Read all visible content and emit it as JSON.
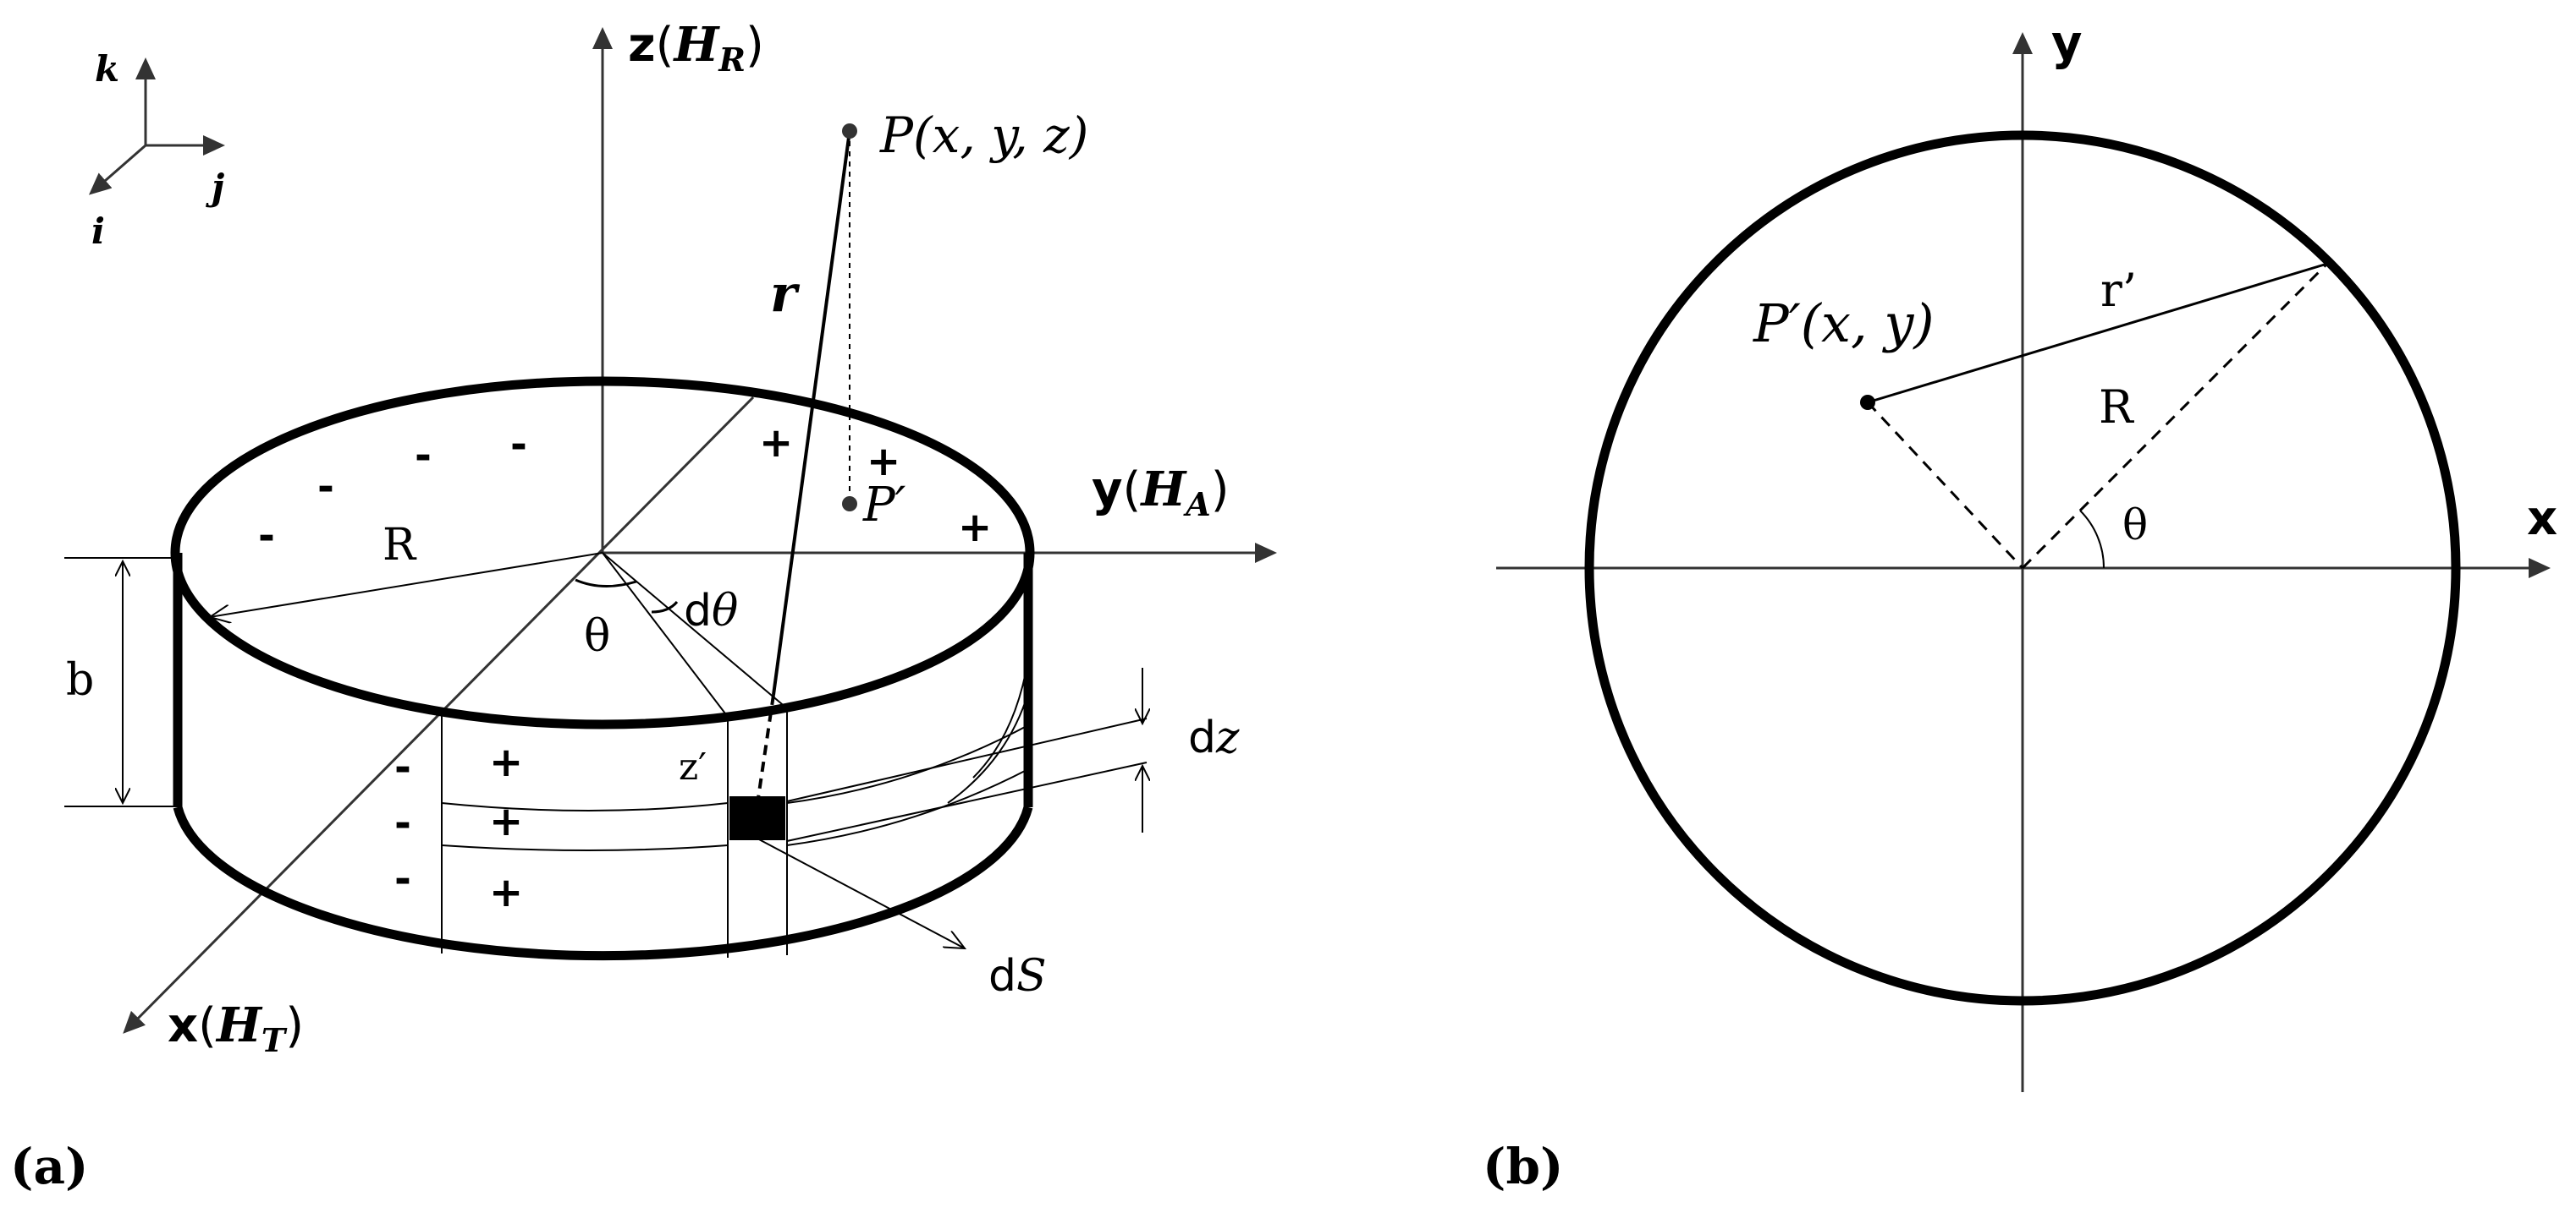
{
  "panel_a": {
    "caption": "(a)",
    "axes": {
      "z": {
        "name": "z",
        "paren_open": "(",
        "sub_main": "H",
        "sub_idx": "R",
        "paren_close": ")"
      },
      "y": {
        "name": "y",
        "paren_open": "(",
        "sub_main": "H",
        "sub_idx": "A",
        "paren_close": ")"
      },
      "x": {
        "name": "x",
        "paren_open": "(",
        "sub_main": "H",
        "sub_idx": "T",
        "paren_close": ")"
      }
    },
    "triad": {
      "k": "k",
      "j": "j",
      "i": "i"
    },
    "point_P": "P(x, y, z)",
    "point_P_prime": "P′",
    "vector_r": "r",
    "radius_R": "R",
    "angle_theta": "θ",
    "dtheta_d": "d",
    "dtheta_sym": "θ",
    "height_b": "b",
    "z_prime": "z′",
    "dz_d": "d",
    "dz_sym": "z",
    "dS_d": "d",
    "dS_sym": "S",
    "plus": "+",
    "minus": "-"
  },
  "panel_b": {
    "caption": "(b)",
    "axis_x": "x",
    "axis_y": "y",
    "point_P_prime": "P′(x, y)",
    "r_prime": "r’",
    "radius_R": "R",
    "angle_theta": "θ"
  }
}
